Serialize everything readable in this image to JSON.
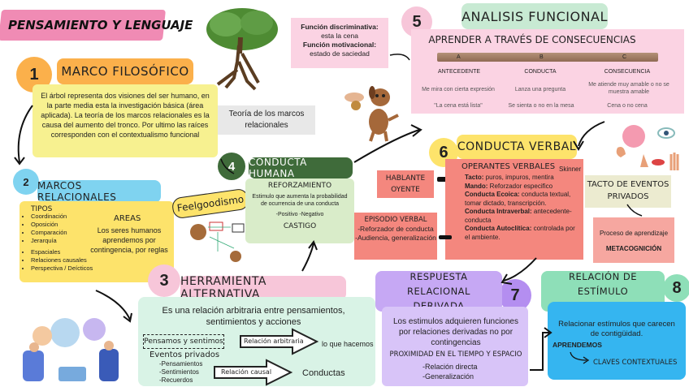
{
  "title": "PENSAMIENTO Y LENGUAJE",
  "s1": {
    "num": "1",
    "title": "MARCO FILOSÓFICO",
    "text": "El árbol representa dos visiones del ser humano, en la parte media esta la investigación básica (área aplicada). La teoría de los marcos relacionales es la causa del aumento del tronco. Por ultimo las raíces corresponden con el contextualismo funcional",
    "tree_label": "Teoría de los marcos relacionales"
  },
  "s2": {
    "num": "2",
    "title": "MARCOS RELACIONALES",
    "tipos_label": "TIPOS",
    "tipos": [
      "Coordinación",
      "Oposición",
      "Comparación",
      "Jerarquía",
      "Espaciales",
      "Relaciones causales",
      "Perspectiva / Deícticos"
    ],
    "areas_label": "AREAS",
    "areas_text": "Los seres humanos aprendemos por contingencia, por reglas",
    "badge": "Feelgoodismo"
  },
  "s3": {
    "num": "3",
    "title": "HERRAMIENTA ALTERNATIVA",
    "text": "Es una relación arbitraria entre pensamientos, sentimientos y acciones",
    "box1": "Pensamos y sentimos",
    "arrow1": "Relación arbitraria",
    "result1": "lo que hacemos",
    "eventos_label": "Eventos privados",
    "eventos": [
      "-Pensamientos",
      "-Sentimientos",
      "-Recuerdos"
    ],
    "arrow2": "Relación causal",
    "result2": "Conductas"
  },
  "s4": {
    "num": "4",
    "title": "CONDUCTA HUMANA",
    "ref_label": "REFORZAMIENTO",
    "ref_text": "Estimulo que aumenta la probabilidad de ocurrencia de una conducta",
    "ref_types": "-Positivo  -Negativo",
    "castigo": "CASTIGO"
  },
  "s5": {
    "num": "5",
    "title": "ANALISIS FUNCIONAL",
    "subtitle": "APRENDER A TRAVÉS DE CONSECUENCIAS",
    "letters": [
      "A",
      "B",
      "C"
    ],
    "cols": [
      "ANTECEDENTE",
      "CONDUCTA",
      "CONSECUENCIA"
    ],
    "row1": [
      "Me mira con cierta expresión",
      "Lanza una pregunta",
      "Me atiende muy amable o no se muestra amable"
    ],
    "row2": [
      "\"La cena está lista\"",
      "Se sienta o no en la mesa",
      "Cena o no cena"
    ],
    "func_disc_label": "Función discriminativa:",
    "func_disc": "esta la cena",
    "func_mot_label": "Función motivacional:",
    "func_mot": "estado de saciedad"
  },
  "s6": {
    "num": "6",
    "title": "CONDUCTA VERBAL",
    "hablante": "HABLANTE OYENTE",
    "operantes": "OPERANTES VERBALES",
    "skinner": "Skinner",
    "items": [
      {
        "k": "Tacto:",
        "v": "puros, impuros, mentira"
      },
      {
        "k": "Mando:",
        "v": "Reforzador especifico"
      },
      {
        "k": "Conducta Ecoica:",
        "v": "conducta textual, tomar dictado, transcripción."
      },
      {
        "k": "Conducta Intraverbal:",
        "v": "antecedente-conducta"
      },
      {
        "k": "Conducta Autoclítica:",
        "v": "controlada por el ambiente."
      }
    ],
    "episodio_title": "EPISODIO VERBAL",
    "episodio_items": [
      "-Reforzador de conducta",
      "-Audiencia, generalización"
    ],
    "tacto_title": "TACTO DE EVENTOS PRIVADOS",
    "tacto_text": "Proceso de aprendizaje",
    "tacto_bold": "METACOGNICIÓN"
  },
  "s7": {
    "num": "7",
    "title": "RESPUESTA RELACIONAL DERIVADA",
    "text": "Los estimulos adquieren funciones por relaciones derivadas no por contingencias",
    "prox": "PROXIMIDAD EN EL TIEMPO Y ESPACIO",
    "items": [
      "-Relación directa",
      "-Generalización"
    ]
  },
  "s8": {
    "num": "8",
    "title": "RELACIÓN DE ESTÍMULO ARBITRARIA",
    "text": "Relacionar estímulos que carecen de contigüidad.",
    "aprendemos": "APRENDEMOS",
    "claves": "CLAVES CONTEXTUALES"
  },
  "colors": {
    "pink": "#f7c6d9",
    "yellow": "#fde36b",
    "orange": "#fbb04b",
    "blue": "#7fd3f0",
    "green_dark": "#3f6b3a",
    "green_light": "#d9ecc9",
    "teal": "#5cc8a8",
    "purple": "#b48ef0",
    "sky": "#35b5f0",
    "salmon": "#f4877e",
    "mint": "#8edfb8"
  }
}
